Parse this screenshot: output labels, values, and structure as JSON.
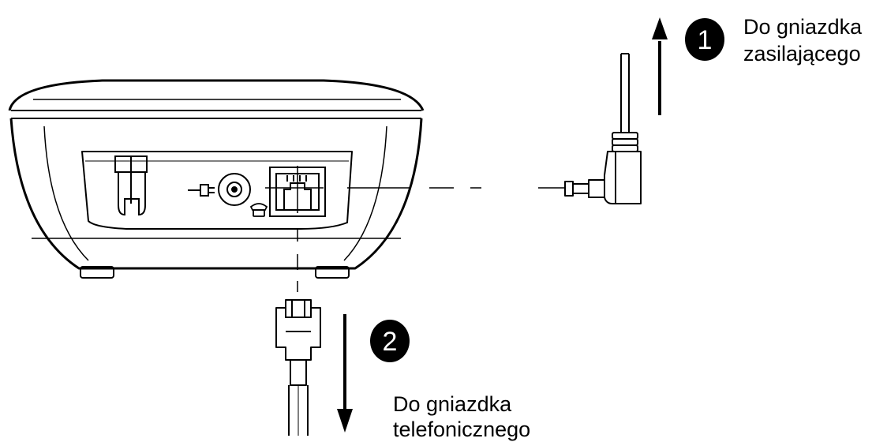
{
  "steps": [
    {
      "number": "1",
      "label_line1": "Do gniazdka",
      "label_line2": "zasilającego"
    },
    {
      "number": "2",
      "label_line1": "Do gniazdka",
      "label_line2": "telefonicznego"
    }
  ],
  "icons": {
    "power_port": "dc-power-port-icon",
    "phone_port": "telephone-handset-icon"
  },
  "colors": {
    "line": "#000000",
    "background": "#ffffff",
    "badge_text": "#ffffff"
  }
}
